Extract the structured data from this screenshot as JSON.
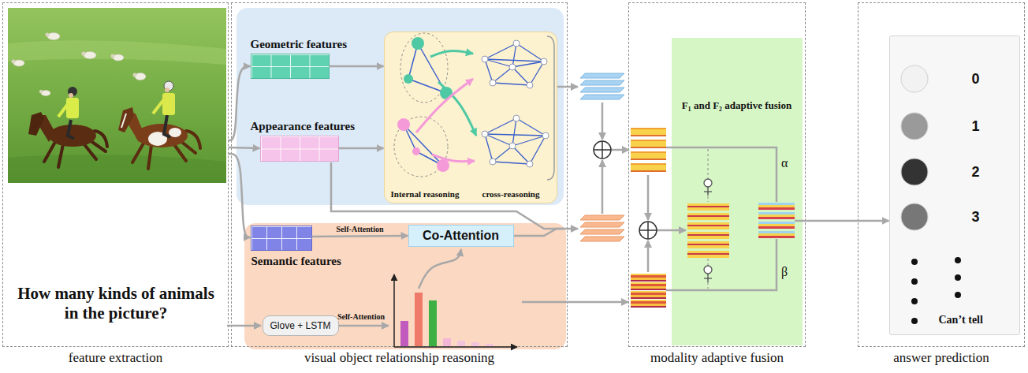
{
  "diagram": {
    "nodes": [
      {
        "text": [
          "feature extraction"
        ]
      },
      {
        "text": [
          "visual object relationship reasoning"
        ]
      },
      {
        "text": [
          "Geometric features"
        ],
        "in": 1
      },
      {
        "text": [
          "Appearance features"
        ],
        "in": 1
      },
      {
        "text": [
          "Internal reasoning",
          "cross-reasoning"
        ],
        "in": 1
      },
      {
        "text": [
          "Semantic features"
        ],
        "in": 1
      },
      {
        "text": [
          "Co-Attention"
        ],
        "in": 1
      },
      {
        "text": [
          "Glove + LSTM"
        ],
        "in": 1
      },
      {
        "text": [
          "modality adaptive fusion"
        ]
      },
      {
        "text": [
          "F₁ and F₂ adaptive fusion"
        ],
        "in": 8
      },
      {
        "text": [
          "answer prediction"
        ]
      },
      {
        "text": [
          "0",
          "1",
          "2",
          "3",
          "Can’t tell"
        ],
        "in": 10
      }
    ],
    "edges": [
      {
        "from": 0,
        "to": 2,
        "arrow": "to"
      },
      {
        "from": 0,
        "to": 3,
        "arrow": "to"
      },
      {
        "from": 0,
        "to": 5,
        "arrow": "to"
      },
      {
        "from": 2,
        "to": 4,
        "arrow": "to"
      },
      {
        "from": 3,
        "to": 4,
        "arrow": "to"
      },
      {
        "from": 5,
        "to": 6,
        "label": "Self-Attention",
        "arrow": "to"
      },
      {
        "from": 9,
        "to": 11,
        "arrow": "to"
      }
    ],
    "labels": [
      "How many kinds of animals in the picture?",
      "Self-Attention",
      "α",
      "β"
    ]
  }
}
